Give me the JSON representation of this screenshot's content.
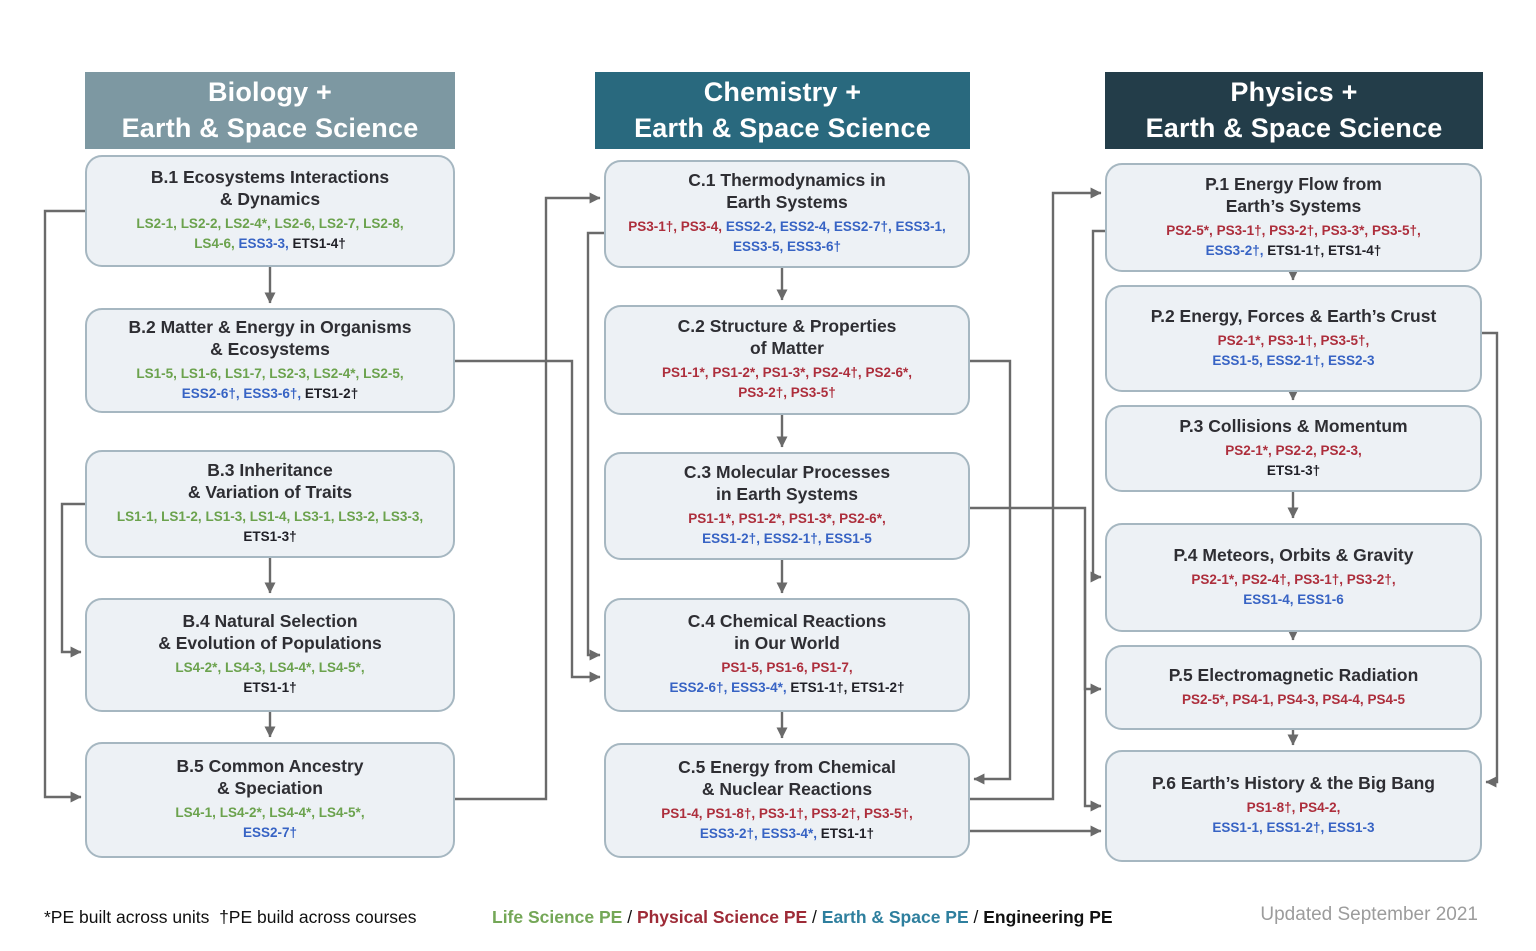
{
  "colors": {
    "ls": "#6ba24d",
    "ps": "#ad2e3c",
    "ess": "#3763c4",
    "ets": "#202027",
    "line": "#6a6a6a",
    "box_fill": "#edf1f5",
    "box_border": "#a6b7c1"
  },
  "columns": [
    {
      "id": "biology",
      "header_color": "#7d98a2",
      "header_lines": [
        "Biology +",
        "Earth & Space Science"
      ],
      "boxes": [
        {
          "id": "B1",
          "title_lines": [
            "B.1 Ecosystems Interactions",
            "& Dynamics"
          ],
          "code_lines": [
            [
              {
                "t": "LS2-1",
                "c": "ls"
              },
              {
                "t": "LS2-2",
                "c": "ls"
              },
              {
                "t": "LS2-4*",
                "c": "ls"
              },
              {
                "t": "LS2-6",
                "c": "ls"
              },
              {
                "t": "LS2-7",
                "c": "ls"
              },
              {
                "t": "LS2-8",
                "c": "ls"
              }
            ],
            [
              {
                "t": "LS4-6",
                "c": "ls"
              },
              {
                "t": "ESS3-3",
                "c": "ess"
              },
              {
                "t": "ETS1-4†",
                "c": "ets"
              }
            ]
          ]
        },
        {
          "id": "B2",
          "title_lines": [
            "B.2 Matter & Energy in Organisms",
            "& Ecosystems"
          ],
          "code_lines": [
            [
              {
                "t": "LS1-5",
                "c": "ls"
              },
              {
                "t": "LS1-6",
                "c": "ls"
              },
              {
                "t": "LS1-7",
                "c": "ls"
              },
              {
                "t": "LS2-3",
                "c": "ls"
              },
              {
                "t": "LS2-4*",
                "c": "ls"
              },
              {
                "t": "LS2-5",
                "c": "ls"
              }
            ],
            [
              {
                "t": "ESS2-6†",
                "c": "ess"
              },
              {
                "t": "ESS3-6†",
                "c": "ess"
              },
              {
                "t": "ETS1-2†",
                "c": "ets"
              }
            ]
          ]
        },
        {
          "id": "B3",
          "title_lines": [
            "B.3 Inheritance",
            "& Variation of Traits"
          ],
          "code_lines": [
            [
              {
                "t": "LS1-1",
                "c": "ls"
              },
              {
                "t": "LS1-2",
                "c": "ls"
              },
              {
                "t": "LS1-3",
                "c": "ls"
              },
              {
                "t": "LS1-4",
                "c": "ls"
              },
              {
                "t": "LS3-1",
                "c": "ls"
              },
              {
                "t": "LS3-2",
                "c": "ls"
              },
              {
                "t": "LS3-3",
                "c": "ls"
              }
            ],
            [
              {
                "t": "ETS1-3†",
                "c": "ets"
              }
            ]
          ]
        },
        {
          "id": "B4",
          "title_lines": [
            "B.4 Natural Selection",
            "& Evolution of Populations"
          ],
          "code_lines": [
            [
              {
                "t": "LS4-2*",
                "c": "ls"
              },
              {
                "t": "LS4-3",
                "c": "ls"
              },
              {
                "t": "LS4-4*",
                "c": "ls"
              },
              {
                "t": "LS4-5*",
                "c": "ls"
              }
            ],
            [
              {
                "t": "ETS1-1†",
                "c": "ets"
              }
            ]
          ]
        },
        {
          "id": "B5",
          "title_lines": [
            "B.5 Common Ancestry",
            "& Speciation"
          ],
          "code_lines": [
            [
              {
                "t": "LS4-1",
                "c": "ls"
              },
              {
                "t": "LS4-2*",
                "c": "ls"
              },
              {
                "t": "LS4-4*",
                "c": "ls"
              },
              {
                "t": "LS4-5*",
                "c": "ls"
              }
            ],
            [
              {
                "t": "ESS2-7†",
                "c": "ess"
              }
            ]
          ]
        }
      ]
    },
    {
      "id": "chemistry",
      "header_color": "#29697e",
      "header_lines": [
        "Chemistry +",
        "Earth & Space Science"
      ],
      "boxes": [
        {
          "id": "C1",
          "title_lines": [
            "C.1 Thermodynamics in",
            "Earth Systems"
          ],
          "code_lines": [
            [
              {
                "t": "PS3-1†",
                "c": "ps"
              },
              {
                "t": "PS3-4",
                "c": "ps"
              },
              {
                "t": "ESS2-2",
                "c": "ess"
              },
              {
                "t": "ESS2-4",
                "c": "ess"
              },
              {
                "t": "ESS2-7†",
                "c": "ess"
              },
              {
                "t": "ESS3-1",
                "c": "ess"
              }
            ],
            [
              {
                "t": "ESS3-5",
                "c": "ess"
              },
              {
                "t": "ESS3-6†",
                "c": "ess"
              }
            ]
          ]
        },
        {
          "id": "C2",
          "title_lines": [
            "C.2 Structure & Properties",
            "of Matter"
          ],
          "code_lines": [
            [
              {
                "t": "PS1-1*",
                "c": "ps"
              },
              {
                "t": "PS1-2*",
                "c": "ps"
              },
              {
                "t": "PS1-3*",
                "c": "ps"
              },
              {
                "t": "PS2-4†",
                "c": "ps"
              },
              {
                "t": "PS2-6*",
                "c": "ps"
              }
            ],
            [
              {
                "t": "PS3-2†",
                "c": "ps"
              },
              {
                "t": "PS3-5†",
                "c": "ps"
              }
            ]
          ]
        },
        {
          "id": "C3",
          "title_lines": [
            "C.3 Molecular Processes",
            "in Earth Systems"
          ],
          "code_lines": [
            [
              {
                "t": "PS1-1*",
                "c": "ps"
              },
              {
                "t": "PS1-2*",
                "c": "ps"
              },
              {
                "t": "PS1-3*",
                "c": "ps"
              },
              {
                "t": "PS2-6*",
                "c": "ps"
              }
            ],
            [
              {
                "t": "ESS1-2†",
                "c": "ess"
              },
              {
                "t": "ESS2-1†",
                "c": "ess"
              },
              {
                "t": "ESS1-5",
                "c": "ess"
              }
            ]
          ]
        },
        {
          "id": "C4",
          "title_lines": [
            "C.4 Chemical Reactions",
            "in Our World"
          ],
          "code_lines": [
            [
              {
                "t": "PS1-5",
                "c": "ps"
              },
              {
                "t": "PS1-6",
                "c": "ps"
              },
              {
                "t": "PS1-7",
                "c": "ps"
              }
            ],
            [
              {
                "t": "ESS2-6†",
                "c": "ess"
              },
              {
                "t": "ESS3-4*",
                "c": "ess"
              },
              {
                "t": "ETS1-1†",
                "c": "ets"
              },
              {
                "t": "ETS1-2†",
                "c": "ets"
              }
            ]
          ]
        },
        {
          "id": "C5",
          "title_lines": [
            "C.5 Energy from Chemical",
            "& Nuclear Reactions"
          ],
          "code_lines": [
            [
              {
                "t": "PS1-4",
                "c": "ps"
              },
              {
                "t": "PS1-8†",
                "c": "ps"
              },
              {
                "t": "PS3-1†",
                "c": "ps"
              },
              {
                "t": "PS3-2†",
                "c": "ps"
              },
              {
                "t": "PS3-5†",
                "c": "ps"
              }
            ],
            [
              {
                "t": "ESS3-2†",
                "c": "ess"
              },
              {
                "t": "ESS3-4*",
                "c": "ess"
              },
              {
                "t": "ETS1-1†",
                "c": "ets"
              }
            ]
          ]
        }
      ]
    },
    {
      "id": "physics",
      "header_color": "#233d49",
      "header_lines": [
        "Physics +",
        "Earth & Space Science"
      ],
      "boxes": [
        {
          "id": "P1",
          "title_lines": [
            "P.1 Energy Flow from",
            "Earth’s Systems"
          ],
          "code_lines": [
            [
              {
                "t": "PS2-5*",
                "c": "ps"
              },
              {
                "t": "PS3-1†",
                "c": "ps"
              },
              {
                "t": "PS3-2†",
                "c": "ps"
              },
              {
                "t": "PS3-3*",
                "c": "ps"
              },
              {
                "t": "PS3-5†",
                "c": "ps"
              }
            ],
            [
              {
                "t": "ESS3-2†",
                "c": "ess"
              },
              {
                "t": "ETS1-1†",
                "c": "ets"
              },
              {
                "t": "ETS1-4†",
                "c": "ets"
              }
            ]
          ]
        },
        {
          "id": "P2",
          "title_lines": [
            "P.2 Energy, Forces & Earth’s Crust"
          ],
          "code_lines": [
            [
              {
                "t": "PS2-1*",
                "c": "ps"
              },
              {
                "t": "PS3-1†",
                "c": "ps"
              },
              {
                "t": "PS3-5†",
                "c": "ps"
              }
            ],
            [
              {
                "t": "ESS1-5",
                "c": "ess"
              },
              {
                "t": "ESS2-1†",
                "c": "ess"
              },
              {
                "t": "ESS2-3",
                "c": "ess"
              }
            ]
          ]
        },
        {
          "id": "P3",
          "title_lines": [
            "P.3 Collisions & Momentum"
          ],
          "code_lines": [
            [
              {
                "t": "PS2-1*",
                "c": "ps"
              },
              {
                "t": "PS2-2",
                "c": "ps"
              },
              {
                "t": "PS2-3",
                "c": "ps"
              }
            ],
            [
              {
                "t": "ETS1-3†",
                "c": "ets"
              }
            ]
          ]
        },
        {
          "id": "P4",
          "title_lines": [
            "P.4 Meteors, Orbits & Gravity"
          ],
          "code_lines": [
            [
              {
                "t": "PS2-1*",
                "c": "ps"
              },
              {
                "t": "PS2-4†",
                "c": "ps"
              },
              {
                "t": "PS3-1†",
                "c": "ps"
              },
              {
                "t": "PS3-2†",
                "c": "ps"
              }
            ],
            [
              {
                "t": "ESS1-4",
                "c": "ess"
              },
              {
                "t": "ESS1-6",
                "c": "ess"
              }
            ]
          ]
        },
        {
          "id": "P5",
          "title_lines": [
            "P.5 Electromagnetic Radiation"
          ],
          "code_lines": [
            [
              {
                "t": "PS2-5*",
                "c": "ps"
              },
              {
                "t": "PS4-1",
                "c": "ps"
              },
              {
                "t": "PS4-3",
                "c": "ps"
              },
              {
                "t": "PS4-4",
                "c": "ps"
              },
              {
                "t": "PS4-5",
                "c": "ps"
              }
            ]
          ]
        },
        {
          "id": "P6",
          "title_lines": [
            "P.6 Earth’s History & the Big Bang"
          ],
          "code_lines": [
            [
              {
                "t": "PS1-8†",
                "c": "ps"
              },
              {
                "t": "PS4-2",
                "c": "ps"
              }
            ],
            [
              {
                "t": "ESS1-1",
                "c": "ess"
              },
              {
                "t": "ESS1-2†",
                "c": "ess"
              },
              {
                "t": "ESS1-3",
                "c": "ess"
              }
            ]
          ]
        }
      ]
    }
  ],
  "edges": [
    {
      "from": "B1",
      "to": "B2",
      "via": "direct"
    },
    {
      "from": "B3",
      "to": "B4",
      "via": "direct"
    },
    {
      "from": "B4",
      "to": "B5",
      "via": "direct"
    },
    {
      "from": "B1",
      "to": "B5",
      "via": "left"
    },
    {
      "from": "B3",
      "to": "B4",
      "via": "left"
    },
    {
      "from": "B5",
      "to": "C1",
      "via": "gap"
    },
    {
      "from": "B2",
      "to": "C4",
      "via": "gap"
    },
    {
      "from": "C1",
      "to": "C4",
      "via": "left"
    },
    {
      "from": "C1",
      "to": "C2",
      "via": "direct"
    },
    {
      "from": "C2",
      "to": "C3",
      "via": "direct"
    },
    {
      "from": "C3",
      "to": "C4",
      "via": "direct"
    },
    {
      "from": "C4",
      "to": "C5",
      "via": "direct"
    },
    {
      "from": "C2",
      "to": "C5",
      "via": "right"
    },
    {
      "from": "C5",
      "to": "P1",
      "via": "gap"
    },
    {
      "from": "C3",
      "to": "P5",
      "via": "gap"
    },
    {
      "from": "C3",
      "to": "P6",
      "via": "gap"
    },
    {
      "from": "C5",
      "to": "P6",
      "via": "gap"
    },
    {
      "from": "P1",
      "to": "P2",
      "via": "direct"
    },
    {
      "from": "P2",
      "to": "P3",
      "via": "direct"
    },
    {
      "from": "P3",
      "to": "P4",
      "via": "direct"
    },
    {
      "from": "P4",
      "to": "P5",
      "via": "direct"
    },
    {
      "from": "P5",
      "to": "P6",
      "via": "direct"
    },
    {
      "from": "P1",
      "to": "P4",
      "via": "left"
    },
    {
      "from": "P2",
      "to": "P6",
      "via": "right"
    }
  ],
  "footer": {
    "footnote": "*PE built across units  †PE build across courses",
    "legend": [
      {
        "label": "Life Science PE",
        "color": "#74a757"
      },
      {
        "label": "Physical Science PE",
        "color": "#9e2b37"
      },
      {
        "label": "Earth & Space PE",
        "color": "#2e7f9e"
      },
      {
        "label": "Engineering PE",
        "color": "#111111"
      }
    ],
    "legend_separator": " / ",
    "updated": "Updated September 2021"
  }
}
